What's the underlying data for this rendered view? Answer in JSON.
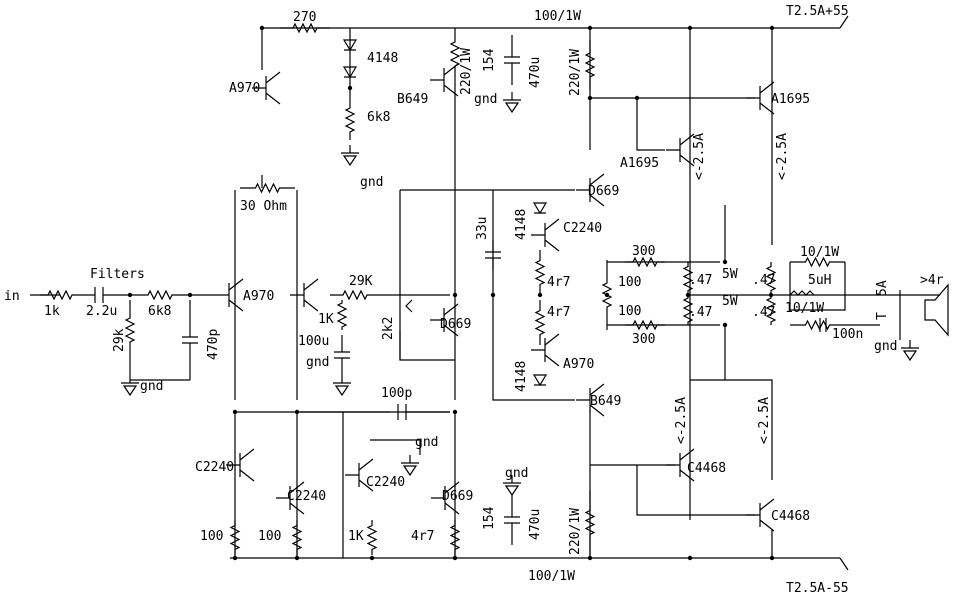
{
  "labels": {
    "in": "in",
    "filters": "Filters",
    "r_in": "1k",
    "c_in": "2.2u",
    "r_6k8_in": "6k8",
    "r_29k_in": "29k",
    "c_470p": "470p",
    "gnd": "gnd",
    "r_270": "270",
    "d_4148_top": "4148",
    "r_6k8_bias": "6k8",
    "q_a970_top": "A970",
    "q_b649_top": "B649",
    "r_220_1w_a": "220/1W",
    "c_154_top": "154",
    "c_470u_top": "470u",
    "r_100_1w_top": "100/1W",
    "r_220_1w_b": "220/1W",
    "fuse_pos": "T2.5A+55",
    "q_a1695_main": "A1695",
    "q_a1695_small": "A1695",
    "lim_25a_1": "<-2.5A",
    "lim_25a_2": "<-2.5A",
    "pot_30ohm": "30 Ohm",
    "q_d669_top": "D669",
    "c_33u": "33u",
    "d_4148_mid_top": "4148",
    "q_c2240_mid": "C2240",
    "r_300_top": "300",
    "r_100_top": "100",
    "r_4r7_1": "4r7",
    "r_4r7_2": "4r7",
    "r_047_1": ".47",
    "r_047_2": ".47",
    "r_047_3": ".47",
    "r_047_4": ".47",
    "w5_1": "5W",
    "w5_2": "5W",
    "r_10_1w_top": "10/1W",
    "l_5uh": "5uH",
    "r_10_1w_bot": "10/1W",
    "c_100n": "100n",
    "fuse_5a": "5A",
    "fuse_t": "T",
    "spk_4r": ">4r",
    "q_a970_in_left": "A970",
    "r_29k_fb": "29K",
    "r_1k_fb": "1K",
    "c_100u_fb": "100u",
    "pot_2k2": "2k2",
    "q_d669_mid": "D669",
    "r_100_bot": "100",
    "r_300_bot": "300",
    "q_a970_mid": "A970",
    "d_4148_mid_bot": "4148",
    "q_b649_bot": "B649",
    "c_100p": "100p",
    "q_c2240_bl1": "C2240",
    "q_c2240_bl2": "C2240",
    "q_c2240_bl3": "C2240",
    "q_d669_bot": "D669",
    "lim_25a_3": "<-2.5A",
    "lim_25a_4": "<-2.5A",
    "q_c4468_1": "C4468",
    "q_c4468_2": "C4468",
    "r_100_bl1": "100",
    "r_100_bl2": "100",
    "r_1k_bl": "1K",
    "r_4r7_bl": "4r7",
    "c_154_bot": "154",
    "c_470u_bot": "470u",
    "r_220_1w_c": "220/1W",
    "r_100_1w_bot": "100/1W",
    "fuse_neg": "T2.5A-55"
  }
}
